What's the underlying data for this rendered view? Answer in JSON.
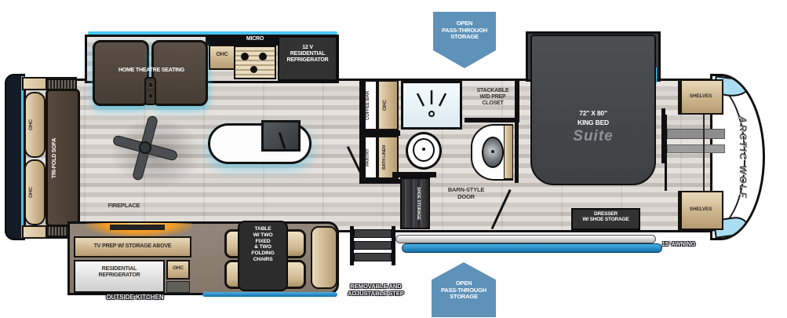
{
  "labels": {
    "home_theatre": "HOME THEATRE SEATING",
    "ohc": "OHC",
    "micro": "MICRO",
    "fridge_12v": "12 V\nRESIDENTIAL\nREFRIGERATOR",
    "coffee_bar": "COFFEE BAR",
    "pantry": "PANTRY",
    "bath_linen": "BATH LINEN",
    "shoe_storage": "SHOE STORAGE",
    "stackable_wd": "STACKABLE\nW/D PREP\nCLOSET",
    "barn_door": "BARN-STYLE\nDOOR",
    "bed_size": "72\" X 80\"",
    "king_bed": "KING BED",
    "suite": "Suite",
    "shelves": "SHELVES",
    "dresser": "DRESSER\nW/ SHOE STORAGE",
    "tri_fold_sofa": "TRI-FOLD SOFA",
    "fireplace": "FIREPLACE",
    "tv_prep": "TV PREP W/ STORAGE ABOVE",
    "res_fridge": "RESIDENTIAL\nREFRIGERATOR",
    "outside_kitchen": "OUTSIDE KITCHEN",
    "dinette_table": "TABLE\nW/ TWO\nFIXED\n& TWO\nFOLDING\nCHAIRS",
    "removable_step": "REMOVABLE AND\nADJUSTABLE STEP",
    "awning": "15' AWNING",
    "pass_through": "OPEN\nPASS-THROUGH\nSTORAGE",
    "brand": "ARCTIC WOLF"
  },
  "colors": {
    "accent_cyan": "#45c6f2",
    "awning_blue": "#1d7fc4",
    "banner_blue": "#5e92b8",
    "fireplace_orange": "#f59b1f",
    "bed_gray": "#47494c",
    "cabinet_tan": "#d2bc95",
    "slide_taupe": "#8b7e71",
    "appliance_dark": "#323232"
  }
}
